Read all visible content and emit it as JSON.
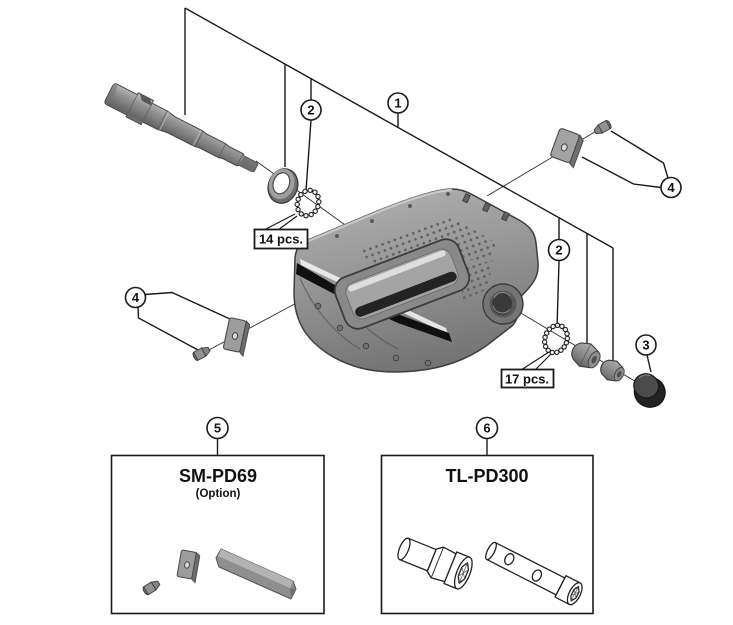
{
  "figure": {
    "type": "exploded-parts-diagram",
    "subject": "bicycle platform pedal assembly",
    "callouts": {
      "c1": "1",
      "c2": "2",
      "c3": "3",
      "c4": "4",
      "c5": "5",
      "c6": "6"
    },
    "qty": {
      "left": "14 pcs.",
      "right": "17 pcs."
    },
    "kits": {
      "option": {
        "title": "SM-PD69",
        "subtitle": "(Option)"
      },
      "tool": {
        "title": "TL-PD300"
      }
    },
    "colors": {
      "line": "#1a1a1a",
      "metal_light": "#b5b5b5",
      "metal_mid": "#8f8f8f",
      "metal_dark": "#565656",
      "end_cap": "#262626",
      "background": "#ffffff"
    }
  }
}
